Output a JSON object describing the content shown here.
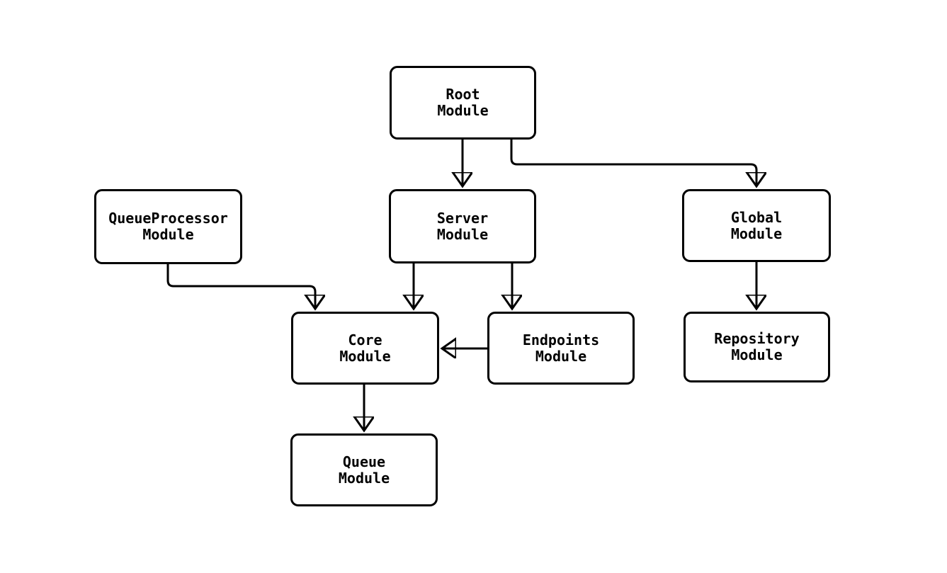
{
  "diagram": {
    "type": "module-dependency-graph",
    "background_color": "#ffffff",
    "stroke_color": "#000000",
    "box_fill_color": "#ffffff",
    "nodes": [
      {
        "id": "root",
        "label": "Root\nModule"
      },
      {
        "id": "queue-processor",
        "label": "QueueProcessor\nModule"
      },
      {
        "id": "server",
        "label": "Server\nModule"
      },
      {
        "id": "global",
        "label": "Global\nModule"
      },
      {
        "id": "core",
        "label": "Core\nModule"
      },
      {
        "id": "endpoints",
        "label": "Endpoints\nModule"
      },
      {
        "id": "repository",
        "label": "Repository\nModule"
      },
      {
        "id": "queue",
        "label": "Queue\nModule"
      }
    ],
    "edges": [
      {
        "from": "root",
        "to": "server"
      },
      {
        "from": "root",
        "to": "global"
      },
      {
        "from": "queue-processor",
        "to": "core"
      },
      {
        "from": "server",
        "to": "core"
      },
      {
        "from": "server",
        "to": "endpoints"
      },
      {
        "from": "global",
        "to": "repository"
      },
      {
        "from": "endpoints",
        "to": "core"
      },
      {
        "from": "core",
        "to": "queue"
      }
    ]
  }
}
